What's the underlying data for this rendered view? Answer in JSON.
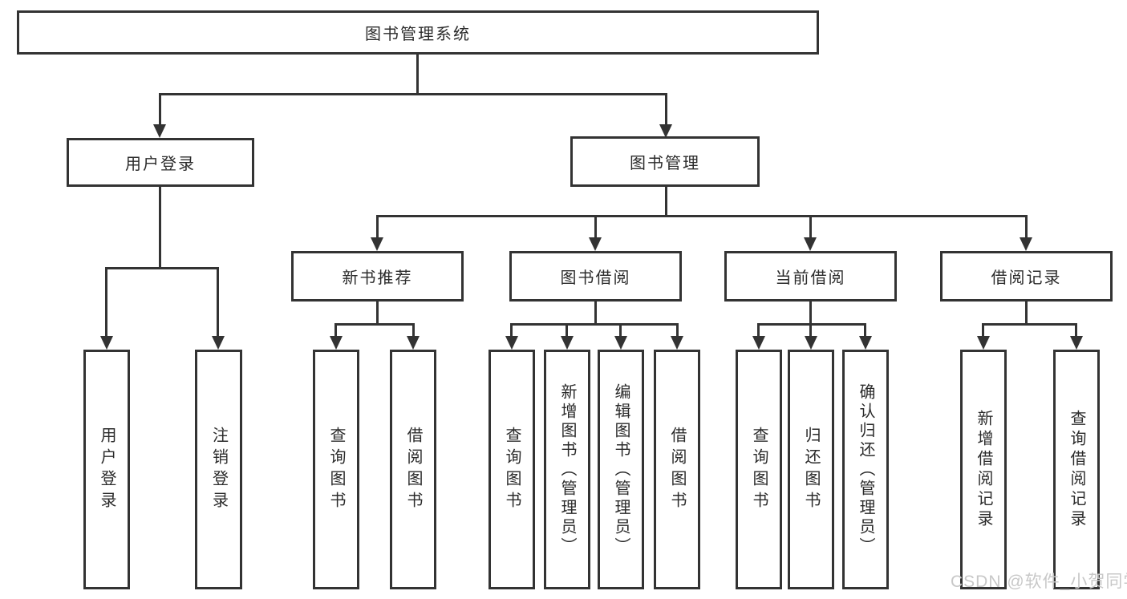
{
  "diagram": {
    "title": "图书管理系统",
    "root": {
      "label": "图书管理系统"
    },
    "level2": {
      "user_login": {
        "label": "用户登录"
      },
      "book_mgmt": {
        "label": "图书管理"
      }
    },
    "level3": {
      "new_book_rec": {
        "label": "新书推荐"
      },
      "book_borrow": {
        "label": "图书借阅"
      },
      "current_borrow": {
        "label": "当前借阅"
      },
      "borrow_record": {
        "label": "借阅记录"
      }
    },
    "leaves": {
      "user_login_leaf": {
        "label": "用户登录",
        "parent": "用户登录"
      },
      "logout_leaf": {
        "label": "注销登录",
        "parent": "用户登录"
      },
      "query_book_1": {
        "label": "查询图书",
        "parent": "新书推荐"
      },
      "borrow_book_1": {
        "label": "借阅图书",
        "parent": "新书推荐"
      },
      "query_book_2": {
        "label": "查询图书",
        "parent": "图书借阅"
      },
      "add_book": {
        "label": "新增图书（管理员）",
        "parent": "图书借阅"
      },
      "edit_book": {
        "label": "编辑图书（管理员）",
        "parent": "图书借阅"
      },
      "borrow_book_2": {
        "label": "借阅图书",
        "parent": "图书借阅"
      },
      "query_book_3": {
        "label": "查询图书",
        "parent": "当前借阅"
      },
      "return_book": {
        "label": "归还图书",
        "parent": "当前借阅"
      },
      "confirm_return": {
        "label": "确认归还（管理员）",
        "parent": "当前借阅"
      },
      "add_borrow_record": {
        "label": "新增借阅记录",
        "parent": "借阅记录"
      },
      "query_borrow_record": {
        "label": "查询借阅记录",
        "parent": "借阅记录"
      }
    },
    "colors": {
      "line": "#333333",
      "text": "#2b2b2b",
      "background": "#ffffff",
      "watermark": "#c8c8c8"
    }
  },
  "watermark": {
    "text": "CSDN @软件_小贺同学"
  }
}
